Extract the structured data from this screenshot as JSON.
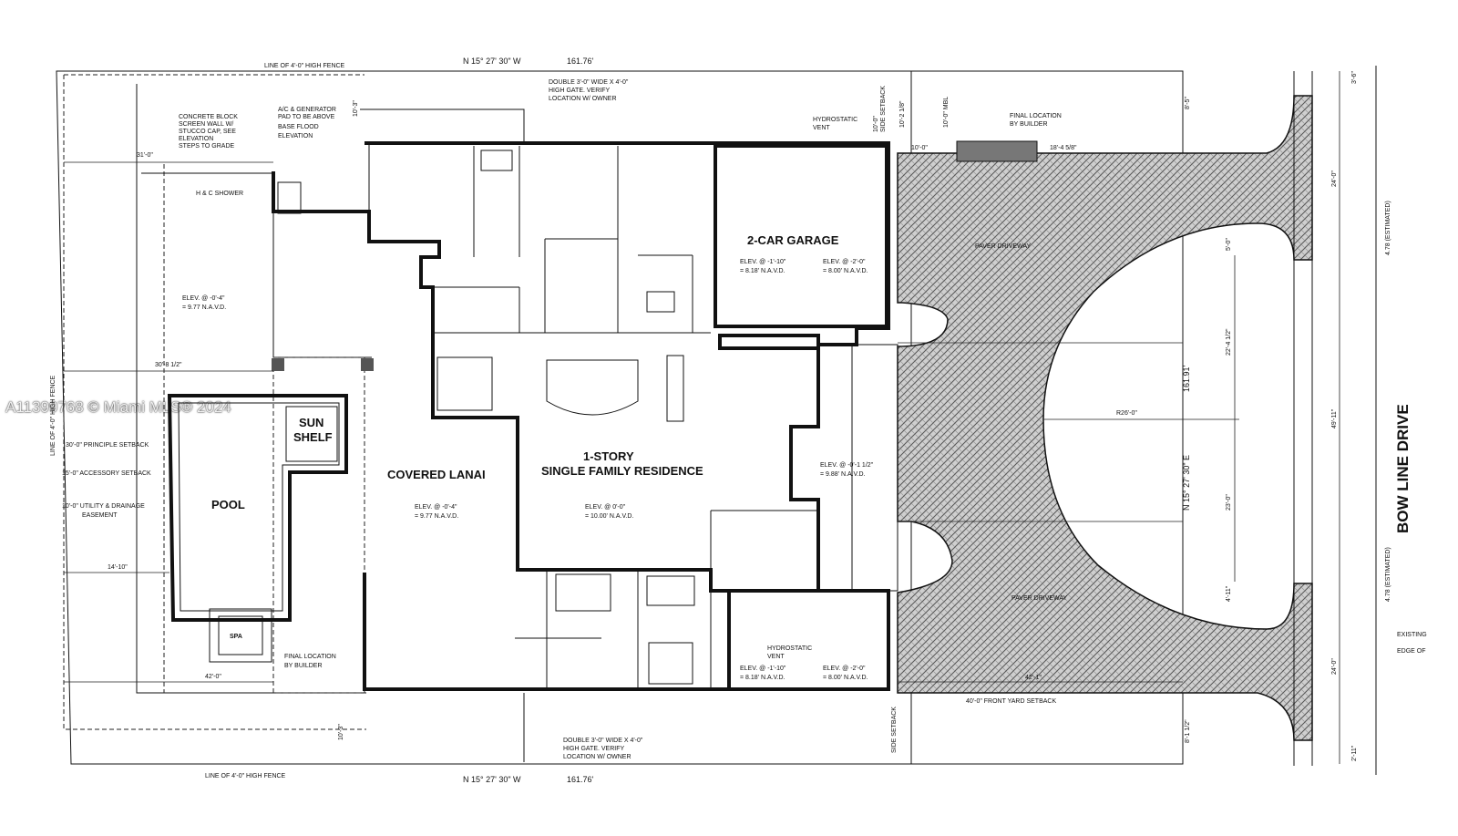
{
  "watermark": "A11399768 © Miami MLS® 2024",
  "bearings": {
    "top": "N 15° 27' 30\" W",
    "top_len": "161.76'",
    "bottom": "N 15° 27' 30\" W",
    "bottom_len": "161.76'",
    "right": "N 15° 27' 30\" E",
    "right_len": "161.91'"
  },
  "street": "BOW LINE DRIVE",
  "rooms": {
    "garage": "2-CAR GARAGE",
    "lanai": "COVERED LANAI",
    "residence_line1": "1-STORY",
    "residence_line2": "SINGLE FAMILY RESIDENCE",
    "pool": "POOL",
    "sun_shelf_1": "SUN",
    "sun_shelf_2": "SHELF",
    "spa": "SPA",
    "paver_top": "PAVER DRIVEWAY",
    "paver_bottom": "PAVER DRIVEWAY"
  },
  "elevations": {
    "garage_left_1": "ELEV. @ -1'-10\"",
    "garage_left_2": "= 8.18' N.A.V.D.",
    "garage_right_1": "ELEV. @ -2'-0\"",
    "garage_right_2": "= 8.00' N.A.V.D.",
    "yard_1": "ELEV. @ -0'-4\"",
    "yard_2": "= 9.77 N.A.V.D.",
    "lanai_1": "ELEV. @ -0'-4\"",
    "lanai_2": "= 9.77 N.A.V.D.",
    "house_1": "ELEV. @ 0'-0\"",
    "house_2": "= 10.00' N.A.V.D.",
    "entry_1": "ELEV. @ -0'-1 1/2\"",
    "entry_2": "= 9.88' N.A.V.D.",
    "garage2_left_1": "ELEV. @ -1'-10\"",
    "garage2_left_2": "= 8.18' N.A.V.D.",
    "garage2_right_1": "ELEV. @ -2'-0\"",
    "garage2_right_2": "= 8.00' N.A.V.D."
  },
  "notes": {
    "fence_top": "LINE OF 4'-0\" HIGH FENCE",
    "fence_bottom": "LINE OF 4'-0\" HIGH FENCE",
    "fence_left": "LINE OF 4'-0\" HIGH FENCE",
    "concrete_1": "CONCRETE BLOCK",
    "concrete_2": "SCREEN WALL W/",
    "concrete_3": "STUCCO CAP, SEE",
    "concrete_4": "ELEVATION",
    "steps": "STEPS TO GRADE",
    "ac_1": "A/C & GENERATOR",
    "ac_2": "PAD TO BE ABOVE",
    "ac_3": "BASE FLOOD",
    "ac_4": "ELEVATION",
    "shower": "H & C SHOWER",
    "gate_top_1": "DOUBLE 3'-0\" WIDE X 4'-0\"",
    "gate_top_2": "HIGH GATE. VERIFY",
    "gate_top_3": "LOCATION W/ OWNER",
    "gate_bot_1": "DOUBLE 3'-0\" WIDE X 4'-0\"",
    "gate_bot_2": "HIGH GATE. VERIFY",
    "gate_bot_3": "LOCATION W/ OWNER",
    "hydro_top_1": "HYDROSTATIC",
    "hydro_top_2": "VENT",
    "hydro_bot_1": "HYDROSTATIC",
    "hydro_bot_2": "VENT",
    "final_loc_1": "FINAL LOCATION",
    "final_loc_2": "BY BUILDER",
    "final_loc_b1": "FINAL LOCATION",
    "final_loc_b2": "BY BUILDER",
    "principle": "30'-0\" PRINCIPLE SETBACK",
    "accessory": "15'-0\" ACCESSORY SETBACK",
    "utility_1": "10'-0\" UTILITY & DRAINAGE",
    "utility_2": "EASEMENT",
    "front_setback": "40'-0\" FRONT YARD SETBACK",
    "side_setback_top": "SIDE SETBACK",
    "side_setback_bot": "SIDE SETBACK",
    "existing": "EXISTING",
    "edge": "EDGE OF",
    "estimated_top": "4.78 (ESTIMATED)",
    "estimated_bot": "4.78 (ESTIMATED)"
  },
  "dimensions": {
    "d_31": "31'-0\"",
    "d_30_8": "30'-8 1/2\"",
    "d_42_0": "42'-0\"",
    "d_14_10": "14'-10\"",
    "d_42_1": "42'-1\"",
    "d_r26": "R26'-0\"",
    "d_10_2": "10'-2 1/8\"",
    "d_10_0_mb": "10'-0\" MBL",
    "d_10_0_a": "10'-0\"",
    "d_18_4": "18'-4 5/8\"",
    "d_10_3a": "10'-3\"",
    "d_10_3b": "10'-3\"",
    "d_10_0_b": "10'-0\"",
    "d_49_11": "49'-11\"",
    "d_24_a": "24'-0\"",
    "d_24_b": "24'-0\"",
    "d_22_4": "22'-4 1/2\"",
    "d_23": "23'-0\"",
    "d_5_0": "5'-0\"",
    "d_4_11": "4'-11\"",
    "d_8_5": "8'-5\"",
    "d_8_1": "8'-1 1/2\"",
    "d_3_6": "3'-6\"",
    "d_2_11": "2'-11\""
  }
}
